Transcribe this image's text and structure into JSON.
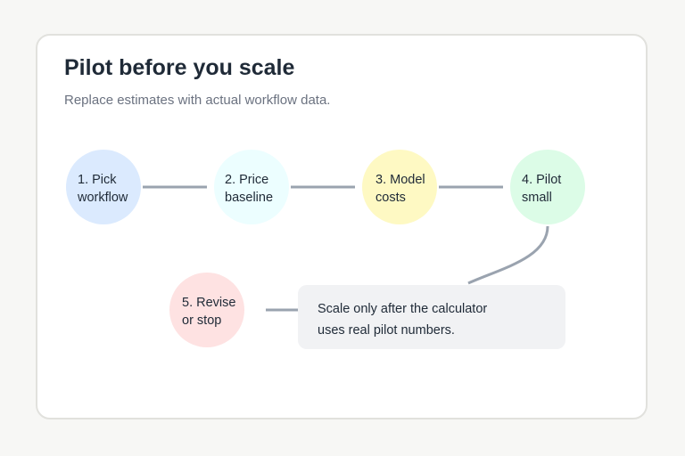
{
  "header": {
    "title": "Pilot before you scale",
    "subtitle": "Replace estimates with actual workflow data."
  },
  "steps": [
    {
      "line1": "1. Pick",
      "line2": "workflow",
      "fill": "#dbeafe"
    },
    {
      "line1": "2. Price",
      "line2": "baseline",
      "fill": "#ecfeff"
    },
    {
      "line1": "3. Model",
      "line2": "costs",
      "fill": "#fef9c3"
    },
    {
      "line1": "4. Pilot",
      "line2": "small",
      "fill": "#dcfce7"
    },
    {
      "line1": "5. Revise",
      "line2": "or stop",
      "fill": "#fee2e2"
    }
  ],
  "callout": {
    "line1": "Scale only after the calculator",
    "line2": "uses real pilot numbers."
  },
  "colors": {
    "connector": "#9aa3af",
    "callout_bg": "#f1f2f4",
    "title": "#1f2a37",
    "subtitle": "#6b7280"
  }
}
